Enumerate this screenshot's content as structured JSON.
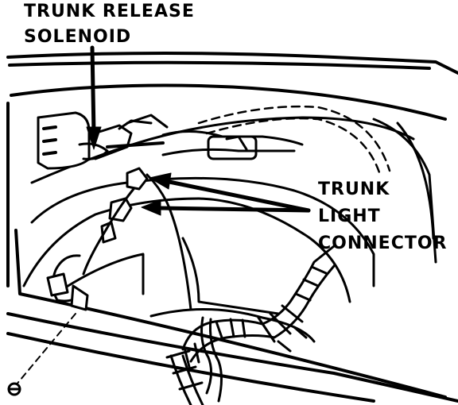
{
  "labels": {
    "solenoid": {
      "line1": "TRUNK RELEASE",
      "line2": "SOLENOID"
    },
    "light_connector": {
      "line1": "TRUNK",
      "line2": "LIGHT",
      "line3": "CONNECTOR"
    }
  },
  "colors": {
    "ink": "#000000",
    "paper": "#ffffff"
  }
}
